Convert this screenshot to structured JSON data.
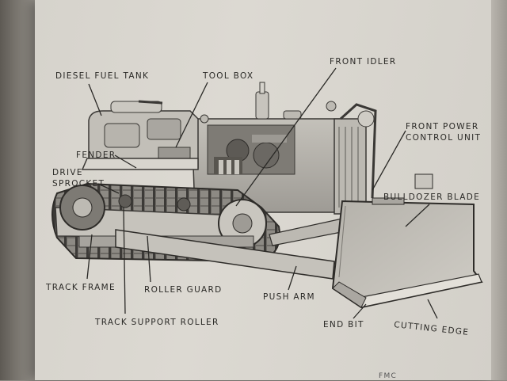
{
  "labels": {
    "diesel_fuel_tank": "DIESEL FUEL TANK",
    "tool_box": "TOOL BOX",
    "front_idler": "FRONT IDLER",
    "front_power_control_unit_1": "FRONT POWER",
    "front_power_control_unit_2": "CONTROL UNIT",
    "fender": "FENDER",
    "drive_sprocket_1": "DRIVE",
    "drive_sprocket_2": "SPROCKET",
    "bulldozer_blade": "BULLDOZER BLADE",
    "track_frame": "TRACK FRAME",
    "roller_guard": "ROLLER GUARD",
    "push_arm": "PUSH ARM",
    "track_support_roller": "TRACK SUPPORT ROLLER",
    "end_bit": "END BIT",
    "cutting_edge": "CUTTING EDGE",
    "page_fragment": "FMC"
  },
  "colors": {
    "paper": "#dcd9d2",
    "ink": "#2a2926",
    "metal_light": "#c9c6bf",
    "metal_dark": "#4a4844"
  }
}
